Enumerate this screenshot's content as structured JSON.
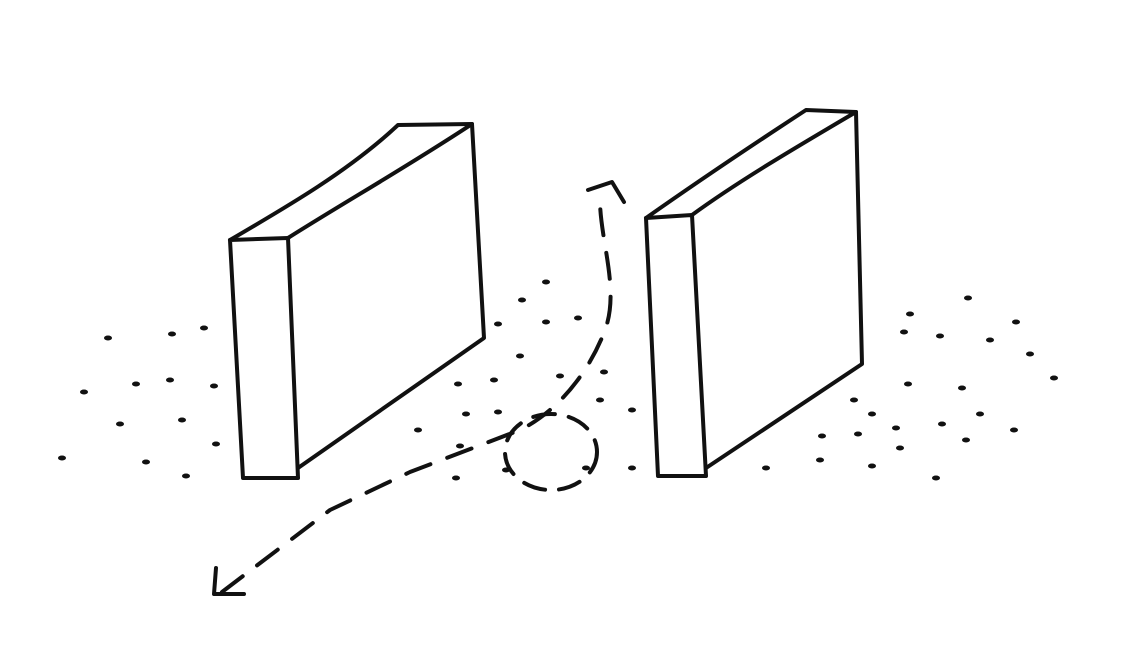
{
  "sketch": {
    "ink_color": "#111111",
    "background_color": "#ffffff",
    "elements": [
      "left-wall",
      "right-wall",
      "ground-dots",
      "dashed-path",
      "circle-marker",
      "arrow-head-up",
      "arrow-head-down-left"
    ]
  }
}
